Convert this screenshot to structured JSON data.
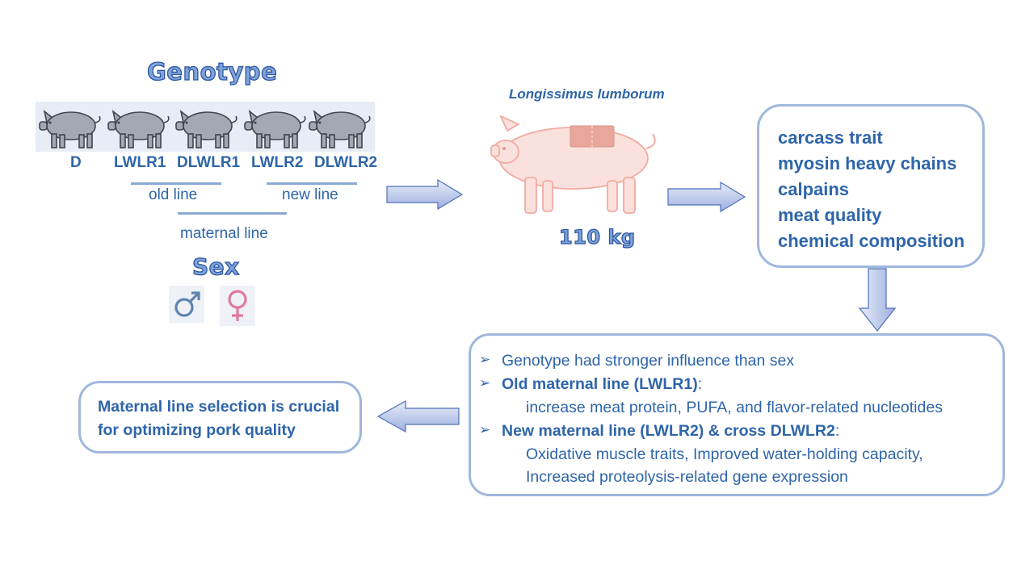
{
  "genotype": {
    "title": "Genotype",
    "labels": [
      "D",
      "LWLR1",
      "DLWLR1",
      "LWLR2",
      "DLWLR2"
    ],
    "old_line": "old line",
    "new_line": "new line",
    "maternal_line": "maternal line"
  },
  "sex": {
    "title": "Sex",
    "male_symbol": "♂",
    "female_symbol": "♀"
  },
  "muscle": {
    "label": "Longissimus lumborum",
    "weight": "110 kg"
  },
  "traits": [
    "carcass trait",
    "myosin heavy chains",
    "calpains",
    "meat quality",
    "chemical composition"
  ],
  "results": {
    "bullet_1": "Genotype had stronger influence than sex",
    "bullet_2_head": "Old maternal line (LWLR1)",
    "bullet_2_colon": ":",
    "bullet_2_detail": "increase meat protein, PUFA, and flavor-related nucleotides",
    "bullet_3_head": "New maternal line (LWLR2) & cross DLWLR2",
    "bullet_3_colon": ":",
    "bullet_3_detail_1": "Oxidative muscle traits, Improved water-holding capacity,",
    "bullet_3_detail_2": "Increased proteolysis-related gene expression"
  },
  "conclusion": {
    "line_1": "Maternal line selection is crucial",
    "line_2": "for optimizing pork quality"
  },
  "colors": {
    "text_blue": "#2e65aa",
    "box_border": "#9fb7dc",
    "pig_gray": "#a2a9b2",
    "pig_pink": "#fbe1dd",
    "arrow_fill": "#c3d0ef",
    "male": "#5f84b0",
    "female": "#e07a9c"
  }
}
